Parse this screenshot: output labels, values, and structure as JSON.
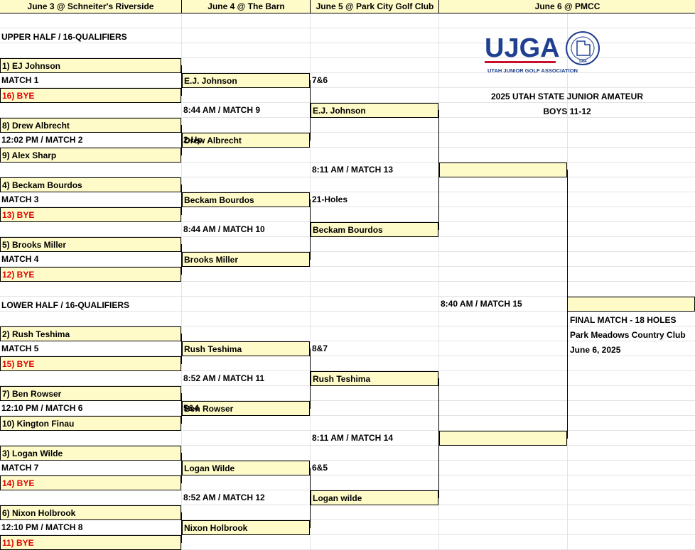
{
  "headers": [
    "June 3 @ Schneiter's Riverside",
    "June 4 @ The Barn",
    "June 5 @ Park City Golf Club",
    "June 6 @ PMCC"
  ],
  "logo": {
    "letters": "UJGA",
    "tagline": "UTAH JUNIOR GOLF ASSOCIATION",
    "seal_text": "UTAH JUNIOR GOLF ASSOCIATION",
    "seal_year": "1984"
  },
  "event": {
    "title": "2025 UTAH STATE JUNIOR AMATEUR",
    "division": "BOYS 11-12"
  },
  "upper_half_label": "UPPER HALF /  16-QUALIFIERS",
  "lower_half_label": "LOWER HALF / 16-QUALIFIERS",
  "round1": {
    "seeds": [
      "1)  EJ Johnson",
      "16)  BYE",
      "8)  Drew Albrecht",
      "9)  Alex Sharp",
      "4) Beckam Bourdos",
      "13)  BYE",
      "5)  Brooks Miller",
      "12)  BYE",
      "2)  Rush Teshima",
      "15) BYE",
      "7)  Ben Rowser",
      "10)   Kington Finau",
      "3)  Logan Wilde",
      "14)  BYE",
      "6)  Nixon Holbrook",
      "11)  BYE"
    ],
    "matches": [
      "MATCH 1",
      "12:02 PM / MATCH 2",
      "MATCH 3",
      "MATCH 4",
      "MATCH 5",
      "12:10 PM / MATCH 6",
      "MATCH 7",
      "12:10 PM / MATCH 8"
    ]
  },
  "round2": {
    "winners": [
      "E.J. Johnson",
      "Drew Albrecht",
      "Beckam Bourdos",
      "Brooks Miller",
      "Rush Teshima",
      "Ben Rowser",
      "Logan Wilde",
      "Nixon Holbrook"
    ],
    "matches": [
      "8:44 AM / MATCH 9",
      "8:44 AM / MATCH 10",
      "8:52 AM / MATCH 11",
      "8:52 AM / MATCH 12"
    ],
    "scores": [
      "2-Up",
      "5&4"
    ]
  },
  "round3": {
    "winners": [
      "E.J. Johnson",
      "Beckam Bourdos",
      "Rush Teshima",
      "Logan wilde"
    ],
    "scores": [
      "7&6",
      "21-Holes",
      "8&7",
      "6&5"
    ],
    "matches": [
      "8:11 AM / MATCH 13",
      "8:11 AM / MATCH 14"
    ]
  },
  "round4": {
    "match": "8:40 AM / MATCH 15"
  },
  "final": {
    "title": "FINAL MATCH - 18 HOLES",
    "venue": "Park Meadows Country Club",
    "date": "June 6, 2025"
  }
}
